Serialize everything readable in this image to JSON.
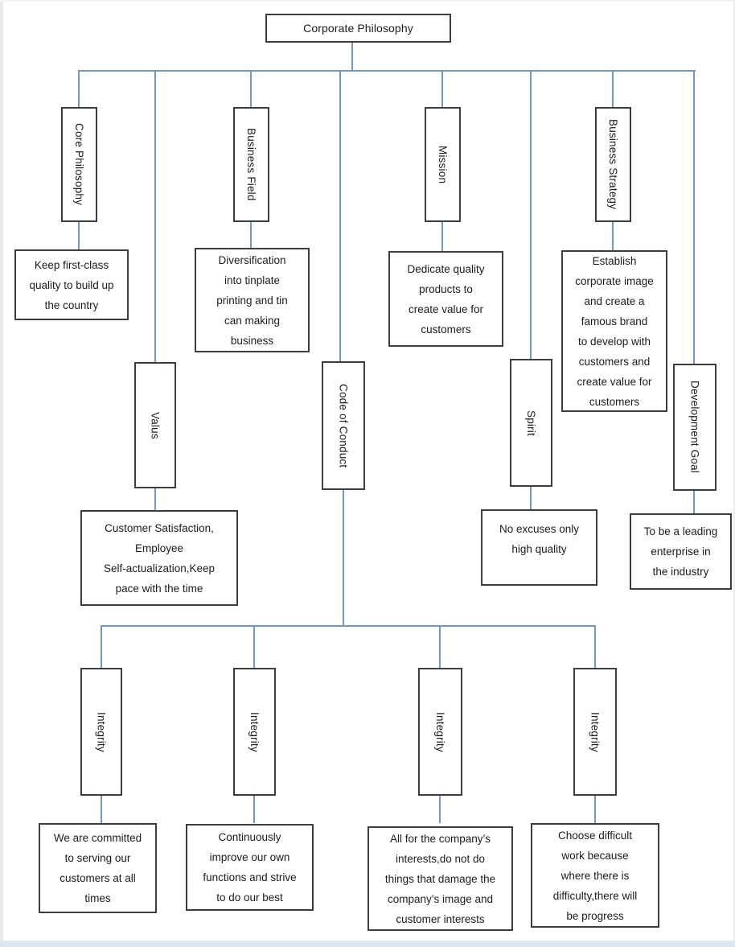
{
  "colors": {
    "connector": "#6e97cc",
    "node_border": "#3d3d3d",
    "text": "#1c1c1c",
    "page_bg": "#ffffff",
    "page_edge": "#e8eaec",
    "bottom_bar": "#dde5ee"
  },
  "root": {
    "label": "Corporate Philosophy"
  },
  "branches": [
    {
      "label": "Core Philosophy",
      "detail": "Keep first-class\nquality to build up\nthe country"
    },
    {
      "label": "Business Field",
      "detail": "Diversification\ninto tinplate\nprinting and tin\ncan making\nbusiness"
    },
    {
      "label": "Mission",
      "detail": "Dedicate quality\nproducts to\ncreate value for\ncustomers"
    },
    {
      "label": "Business Strategy",
      "detail": "Establish\ncorporate image\nand create a\nfamous brand\nto develop with\ncustomers and\ncreate value for\ncustomers"
    },
    {
      "label": "Valus",
      "detail": "Customer Satisfaction,\nEmployee\nSelf-actualization,Keep\npace with the time"
    },
    {
      "label": "Code of Conduct"
    },
    {
      "label": "Spirit",
      "detail": "No excuses only\nhigh quality"
    },
    {
      "label": "Development Goal",
      "detail": "To be a leading\nenterprise in\nthe industry"
    }
  ],
  "code_of_conduct_children": [
    {
      "label": "Integrity",
      "detail": "We are committed\nto serving our\ncustomers at all\ntimes"
    },
    {
      "label": "Integrity",
      "detail": "Continuously\nimprove our own\nfunctions and strive\nto do our best"
    },
    {
      "label": "Integrity",
      "detail": "All for the company’s\ninterests,do not do\nthings that damage the\ncompany’s image and\ncustomer interests"
    },
    {
      "label": "Integrity",
      "detail": "Choose difficult\nwork because\nwhere there is\ndifficulty,there will\nbe progress"
    }
  ]
}
